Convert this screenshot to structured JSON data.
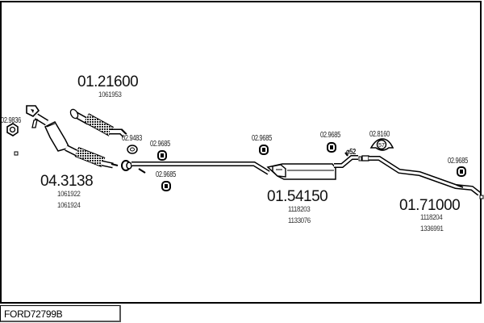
{
  "diagram": {
    "title_code": "FORD72799B",
    "parts": [
      {
        "id": "front-pipe",
        "part_number": "01.21600",
        "refs": [
          "1061953"
        ]
      },
      {
        "id": "catalytic-converter",
        "part_number": "04.3138",
        "refs": [
          "1061922",
          "1061924"
        ]
      },
      {
        "id": "middle-silencer",
        "part_number": "01.54150",
        "refs": [
          "1118203",
          "1133076"
        ]
      },
      {
        "id": "rear-pipe",
        "part_number": "01.71000",
        "refs": [
          "1118204",
          "1336991"
        ]
      }
    ],
    "accessories": [
      {
        "id": "gasket-manifold",
        "code": "02.9836"
      },
      {
        "id": "gasket-flange",
        "code": "02.9483"
      },
      {
        "id": "hanger-1",
        "code": "02.9685"
      },
      {
        "id": "hanger-2",
        "code": "02.9685"
      },
      {
        "id": "hanger-3",
        "code": "02.9685"
      },
      {
        "id": "hanger-4",
        "code": "02.9685"
      },
      {
        "id": "hanger-5",
        "code": "02.9685"
      },
      {
        "id": "clamp",
        "code": "02.8160",
        "size_label": "57"
      }
    ],
    "diameter_label": "⌀52"
  }
}
